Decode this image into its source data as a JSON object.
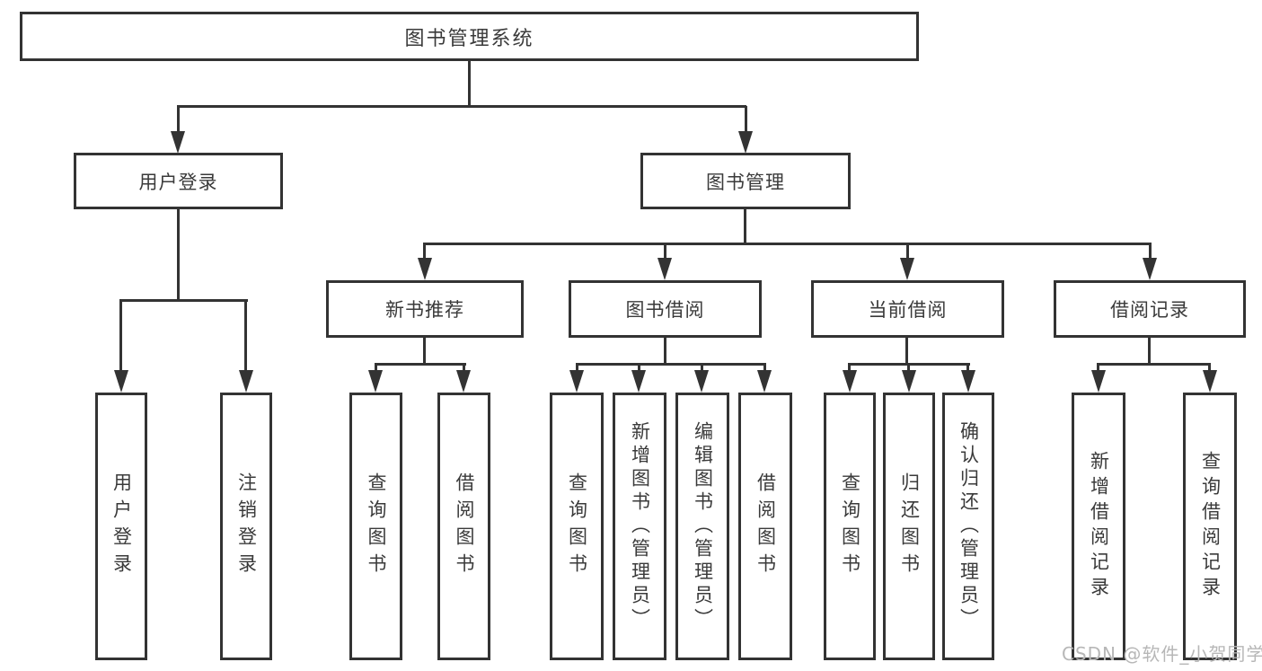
{
  "nodes": {
    "root": "图书管理系统",
    "user_login": "用户登录",
    "book_mgmt": "图书管理",
    "new_book_rec": "新书推荐",
    "book_borrow": "图书借阅",
    "current_borrow": "当前借阅",
    "borrow_record": "借阅记录",
    "leaf_user_login": "用户登录",
    "leaf_logout": "注销登录",
    "leaf_query_book_newrec": "查询图书",
    "leaf_borrow_book_newrec": "借阅图书",
    "leaf_query_book_borrow": "查询图书",
    "leaf_add_book_admin": "新增图书（管理员）",
    "leaf_edit_book_admin": "编辑图书（管理员）",
    "leaf_borrow_book_borrow": "借阅图书",
    "leaf_query_book_current": "查询图书",
    "leaf_return_book": "归还图书",
    "leaf_confirm_return_admin": "确认归还（管理员）",
    "leaf_add_borrow_record": "新增借阅记录",
    "leaf_query_borrow_record": "查询借阅记录"
  },
  "hierarchy": {
    "图书管理系统": {
      "用户登录": [
        "用户登录",
        "注销登录"
      ],
      "图书管理": {
        "新书推荐": [
          "查询图书",
          "借阅图书"
        ],
        "图书借阅": [
          "查询图书",
          "新增图书（管理员）",
          "编辑图书（管理员）",
          "借阅图书"
        ],
        "当前借阅": [
          "查询图书",
          "归还图书",
          "确认归还（管理员）"
        ],
        "借阅记录": [
          "新增借阅记录",
          "查询借阅记录"
        ]
      }
    }
  },
  "watermark": "CSDN @软件_小贺同学",
  "colors": {
    "line": "#333333",
    "text": "#3a3a3a",
    "node_background": "#ffffff",
    "page_background": "#ffffff",
    "watermark": "#b7b7b7"
  }
}
